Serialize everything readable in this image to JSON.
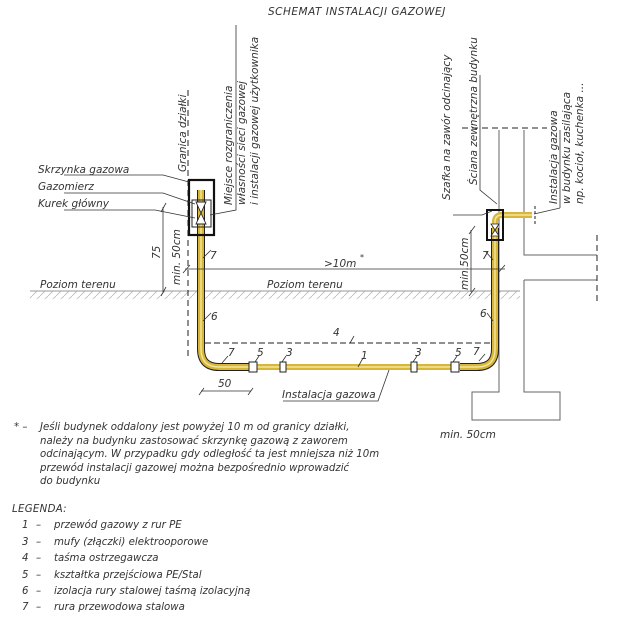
{
  "title": "SCHEMAT INSTALACJI GAZOWEJ",
  "colors": {
    "pipe": "#d8b63a",
    "pipe_light": "#f3e6a0",
    "line": "#333333",
    "wall": "#666666",
    "ground": "#aaaaaa"
  },
  "labels": {
    "skrzynka": "Skrzynka gazowa",
    "gazomierz": "Gazomierz",
    "kurek": "Kurek główny",
    "granica": "Granica działki",
    "miejsce_1": "Miejsce rozgraniczenia",
    "miejsce_2": "własności sieci gazowej",
    "miejsce_3": "i instalacji gazowej użytkownika",
    "szafka": "Szafka na zawór odcinający",
    "sciana": "Ściana zewnętrzna budynku",
    "instal_bud_1": "Instalacja gazowa",
    "instal_bud_2": "w budynku zasilająca",
    "instal_bud_3": "np. kocioł, kuchenka ...",
    "poziom_left": "Poziom terenu",
    "poziom_mid": "Poziom terenu",
    "dist": ">10m",
    "dist_star": "*",
    "dim_75": "75",
    "min50_left": "min. 50cm",
    "min50_right": "min.50cm",
    "min50_bottom": "min. 50cm",
    "dim_50": "50",
    "instalacja": "Instalacja gazowa",
    "n7a": "7",
    "n6a": "6",
    "n7b": "7",
    "n5a": "5",
    "n3a": "3",
    "n1": "1",
    "n4": "4",
    "n3b": "3",
    "n5b": "5",
    "n7c": "7",
    "n6b": "6",
    "n7d": "7"
  },
  "note": {
    "star": "* –",
    "lines": [
      "Jeśli budynek oddalony jest powyżej 10 m od granicy działki,",
      "należy na budynku zastosować skrzynkę gazową z zaworem",
      "odcinającym. W przypadku gdy odległość ta jest mniejsza niż 10m",
      "przewód instalacji gazowej można bezpośrednio wprowadzić",
      "do budynku"
    ]
  },
  "legend": {
    "title": "LEGENDA:",
    "items": [
      {
        "num": "1",
        "text": "przewód gazowy z rur PE"
      },
      {
        "num": "3",
        "text": "mufy (złączki) elektrooporowe"
      },
      {
        "num": "4",
        "text": "taśma ostrzegawcza"
      },
      {
        "num": "5",
        "text": "kształtka przejściowa PE/Stal"
      },
      {
        "num": "6",
        "text": "izolacja rury stalowej taśmą izolacyjną"
      },
      {
        "num": "7",
        "text": "rura przewodowa stalowa"
      }
    ]
  }
}
